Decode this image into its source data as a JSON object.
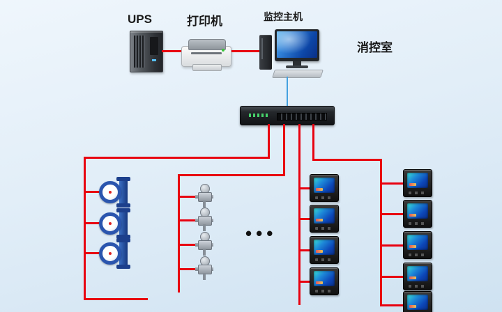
{
  "labels": {
    "ups": "UPS",
    "printer": "打印机",
    "host": "监控主机",
    "room": "消控室",
    "ellipsis": "•••"
  },
  "colors": {
    "line_red": "#e8000f",
    "line_blue": "#44a1e0",
    "background_top": "#eff6fc",
    "background_bottom": "#cfe2f1"
  },
  "counts": {
    "water_meters": 3,
    "sensors": 4,
    "power_meters_col1": 4,
    "power_meters_col2": 5
  }
}
